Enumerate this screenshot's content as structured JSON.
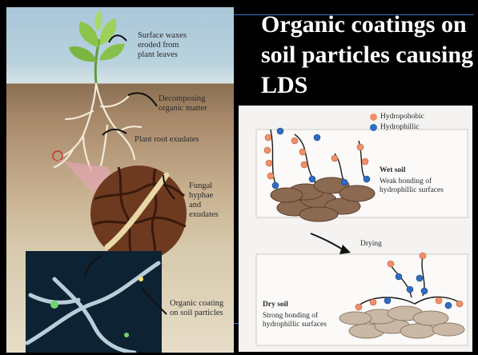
{
  "slide": {
    "title": "Organic coatings on soil particles causing LDS",
    "colors": {
      "background": "#000000",
      "title_text": "#ffffff",
      "accent_line": "#3b6fc9",
      "hydrophobic": "#f08f6a",
      "hydrophillic": "#2f6cc4"
    }
  },
  "left_diagram": {
    "labels": {
      "surface_waxes": "Surface waxes\neroded from\nplant leaves",
      "decomposing": "Decomposing\norganic matter",
      "root_exudates": "Plant root exudates",
      "fungal": "Fungal\nhyphae\nand\nexudates",
      "organic_coating": "Organic coating\non soil particles"
    }
  },
  "right_diagram": {
    "legend": {
      "hydrophobic": "Hydropohobic",
      "hydrophillic": "Hydrophillic"
    },
    "wet_soil": {
      "title": "Wet soil",
      "desc": "Weak bonding of\nhydrophillic surfaces"
    },
    "drying": "Drying",
    "dry_soil": {
      "title": "Dry soil",
      "desc": "Strong bonding of\nhydrophillic surfaces"
    }
  }
}
